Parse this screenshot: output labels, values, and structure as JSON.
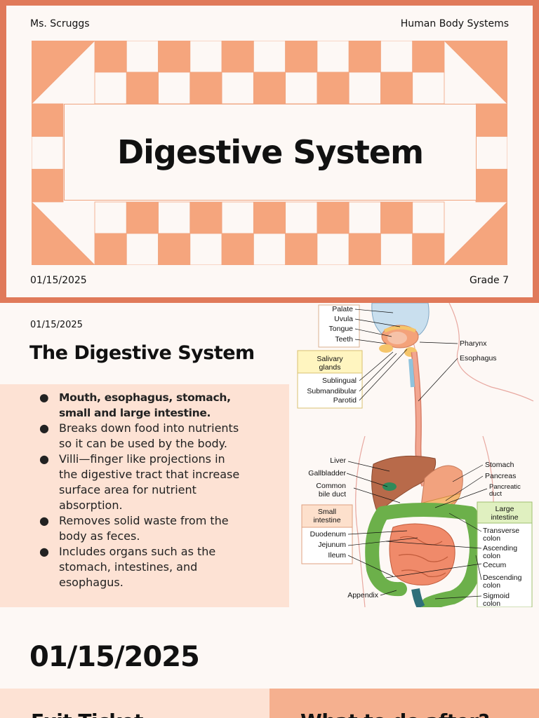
{
  "slide1": {
    "teacher": "Ms. Scruggs",
    "course": "Human Body Systems",
    "title": "Digestive System",
    "date": "01/15/2025",
    "grade": "Grade 7",
    "colors": {
      "frame": "#e07a5a",
      "quilt": "#f5a57d",
      "paper": "#fdf8f5"
    }
  },
  "slide2": {
    "date": "01/15/2025",
    "title": "The Digestive System",
    "bullets": [
      "Mouth, esophagus, stomach, small and large intestine.",
      "Breaks down food into nutrients so it can be used by the body.",
      "Villi—finger like projections in the digestive tract that increase surface area for nutrient absorption.",
      "Removes solid waste from the body as feces.",
      "Includes organs such as the stomach, intestines, and esophagus."
    ],
    "diagram": {
      "labels_left": [
        "Palate",
        "Uvula",
        "Tongue",
        "Teeth",
        "Sublingual",
        "Submandibular",
        "Parotid",
        "Liver",
        "Gallbladder",
        "Common",
        "bile duct",
        "Duodenum",
        "Jejunum",
        "Ileum",
        "Appendix"
      ],
      "salivary_box": [
        "Salivary",
        "glands"
      ],
      "small_box": [
        "Small",
        "intestine"
      ],
      "large_box": [
        "Large",
        "intestine"
      ],
      "labels_right": [
        "Pharynx",
        "Esophagus",
        "Stomach",
        "Pancreas",
        "Pancreatic",
        "duct",
        "Transverse",
        "colon",
        "Ascending",
        "colon",
        "Cecum",
        "Descending",
        "colon",
        "Sigmoid",
        "colon"
      ]
    }
  },
  "slide3": {
    "date": "01/15/2025",
    "left_heading": "Exit Ticket",
    "right_heading": "What to do after?"
  }
}
